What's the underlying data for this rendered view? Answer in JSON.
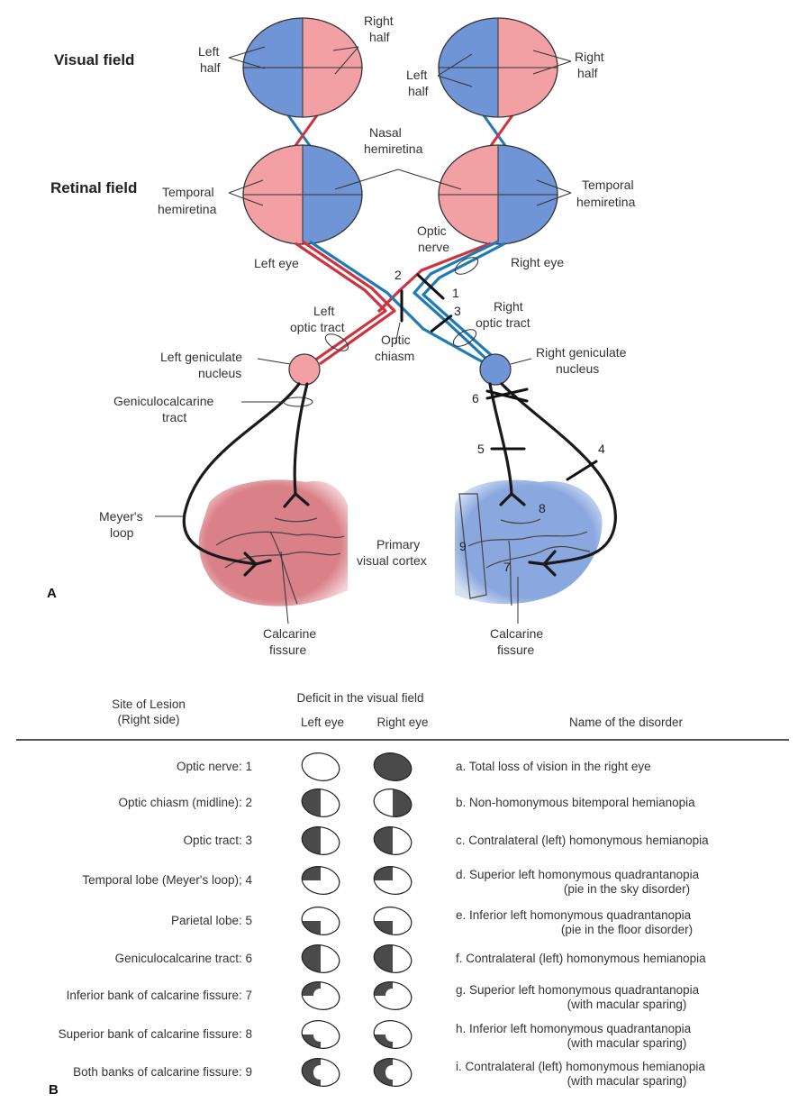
{
  "diagram": {
    "row_labels": {
      "visual_field": "Visual field",
      "retinal_field": "Retinal field"
    },
    "field_labels": {
      "left_half_1": "Left",
      "left_half_2": "half",
      "right_half_1": "Right",
      "right_half_2": "half",
      "nasal_1": "Nasal",
      "nasal_2": "hemiretina",
      "temporal_1": "Temporal",
      "temporal_2": "hemiretina"
    },
    "eye_labels": {
      "left": "Left eye",
      "right": "Right eye"
    },
    "structures": {
      "optic_nerve_1": "Optic",
      "optic_nerve_2": "nerve",
      "left_tract_1": "Left",
      "left_tract_2": "optic tract",
      "right_tract_1": "Right",
      "right_tract_2": "optic tract",
      "chiasm_1": "Optic",
      "chiasm_2": "chiasm",
      "left_gen_1": "Left geniculate",
      "left_gen_2": "nucleus",
      "right_gen_1": "Right geniculate",
      "right_gen_2": "nucleus",
      "genic_tract_1": "Geniculocalcarine",
      "genic_tract_2": "tract",
      "meyer_1": "Meyer's",
      "meyer_2": "loop",
      "cortex_1": "Primary",
      "cortex_2": "visual cortex",
      "calcarine_1": "Calcarine",
      "calcarine_2": "fissure"
    },
    "lesion_numbers": [
      "1",
      "2",
      "3",
      "4",
      "5",
      "6",
      "7",
      "8",
      "9"
    ],
    "panel_a": "A",
    "colors": {
      "blue": "#6f95d6",
      "pink": "#f2a0a4",
      "red_fiber": "#d0333e",
      "blue_fiber": "#1f7bb8",
      "dark_fill": "#4a4a4a"
    }
  },
  "table": {
    "header": {
      "site_1": "Site of Lesion",
      "site_2": "(Right side)",
      "deficit": "Deficit in the visual field",
      "left_eye": "Left eye",
      "right_eye": "Right eye",
      "name": "Name of the disorder"
    },
    "rows": [
      {
        "site": "Optic nerve: 1",
        "left": "none",
        "right": "full",
        "name": "a.  Total loss of vision in the right eye",
        "name2": ""
      },
      {
        "site": "Optic chiasm (midline): 2",
        "left": "left-half",
        "right": "right-half",
        "name": "b.  Non-homonymous bitemporal hemianopia",
        "name2": ""
      },
      {
        "site": "Optic tract: 3",
        "left": "left-half",
        "right": "left-half",
        "name": "c.  Contralateral (left) homonymous hemianopia",
        "name2": ""
      },
      {
        "site": "Temporal lobe (Meyer's loop); 4",
        "left": "upper-left",
        "right": "upper-left",
        "name": "d.  Superior left homonymous quadrantanopia",
        "name2": "(pie in the sky disorder)"
      },
      {
        "site": "Parietal lobe: 5",
        "left": "lower-left",
        "right": "lower-left",
        "name": "e.  Inferior left homonymous quadrantanopia",
        "name2": "(pie in the floor disorder)"
      },
      {
        "site": "Geniculocalcarine tract: 6",
        "left": "left-half",
        "right": "left-half",
        "name": "f.  Contralateral (left) homonymous hemianopia",
        "name2": ""
      },
      {
        "site": "Inferior bank of calcarine fissure: 7",
        "left": "upper-left-spare",
        "right": "upper-left-spare",
        "name": "g.  Superior left homonymous quadrantanopia",
        "name2": "(with macular sparing)"
      },
      {
        "site": "Superior bank of calcarine fissure: 8",
        "left": "lower-left-spare",
        "right": "lower-left-spare",
        "name": "h.  Inferior left homonymous quadrantanopia",
        "name2": "(with macular sparing)"
      },
      {
        "site": "Both banks of calcarine fissure: 9",
        "left": "left-half-spare",
        "right": "left-half-spare",
        "name": "i.  Contralateral (left) homonymous hemianopia",
        "name2": "(with macular sparing)"
      }
    ],
    "panel_b": "B"
  }
}
